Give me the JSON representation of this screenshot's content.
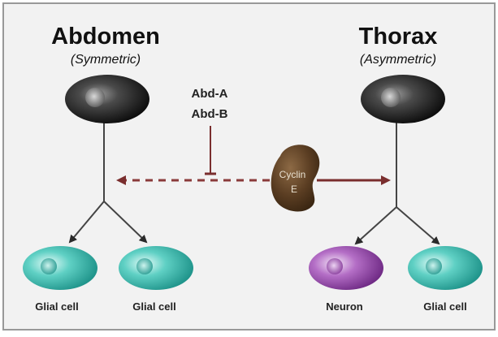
{
  "abdomen": {
    "title": "Abdomen",
    "subtitle": "(Symmetric)",
    "daughters": [
      "Glial cell",
      "Glial cell"
    ]
  },
  "thorax": {
    "title": "Thorax",
    "subtitle": "(Asymmetric)",
    "daughters": [
      "Neuron",
      "Glial cell"
    ]
  },
  "genes": {
    "line1": "Abd-A",
    "line2": "Abd-B"
  },
  "cyclin": {
    "line1": "Cyclin",
    "line2": "E"
  },
  "colors": {
    "background": "#f2f2f2",
    "border": "#999999",
    "glial_cell": "#2fb3a6",
    "neuron": "#8a3e9e",
    "progenitor": "#1a1a1a",
    "cyclin": "#5a3d22",
    "inhibit_line": "#8a3a3a"
  }
}
